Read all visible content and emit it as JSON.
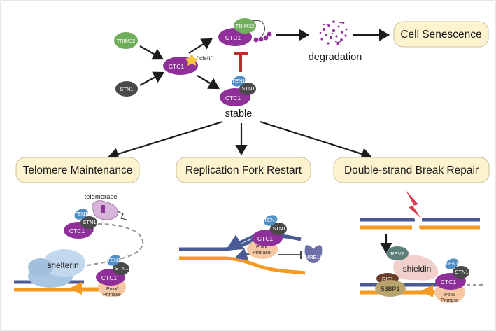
{
  "top": {
    "trim32": "TRIM32",
    "stn1": "STN1",
    "ctc1": "CTC1",
    "cleft": "\"cleft\"",
    "ten1": "TEN1",
    "degradation": "degradation",
    "stable": "stable",
    "cell_senescence": "Cell Senescence"
  },
  "sections": {
    "telomere": "Telomere Maintenance",
    "fork": "Replication Fork Restart",
    "dsb": "Double-strand Break Repair"
  },
  "telomere_panel": {
    "telomerase": "telomerase",
    "shelterin": "shelterin",
    "ctc1": "CTC1",
    "stn1": "STN1",
    "ten1": "TEN1",
    "polo_primase_line1": "Polo/",
    "polo_primase_line2": "Primase"
  },
  "fork_panel": {
    "ctc1": "CTC1",
    "stn1": "STN1",
    "ten1": "TEN1",
    "polo_primase_line1": "Polo/",
    "polo_primase_line2": "Primase",
    "mre11": "MRE11"
  },
  "dsb_panel": {
    "rev7": "REV7",
    "shieldin": "shieldin",
    "rif1": "RIF1",
    "bp53": "53BP1",
    "ctc1": "CTC1",
    "stn1": "STN1",
    "ten1": "TEN1",
    "polo_primase_line1": "Polo/",
    "polo_primase_line2": "Primase"
  },
  "colors": {
    "ctc1": "#8e2f9a",
    "stn1": "#4a4a4a",
    "ten1": "#4f8fc5",
    "trim32": "#6fae5a",
    "box_fill": "#fdf3cf",
    "strand_blue": "#4a5a94",
    "strand_orange": "#f59a21",
    "repair_red": "#b63030"
  }
}
